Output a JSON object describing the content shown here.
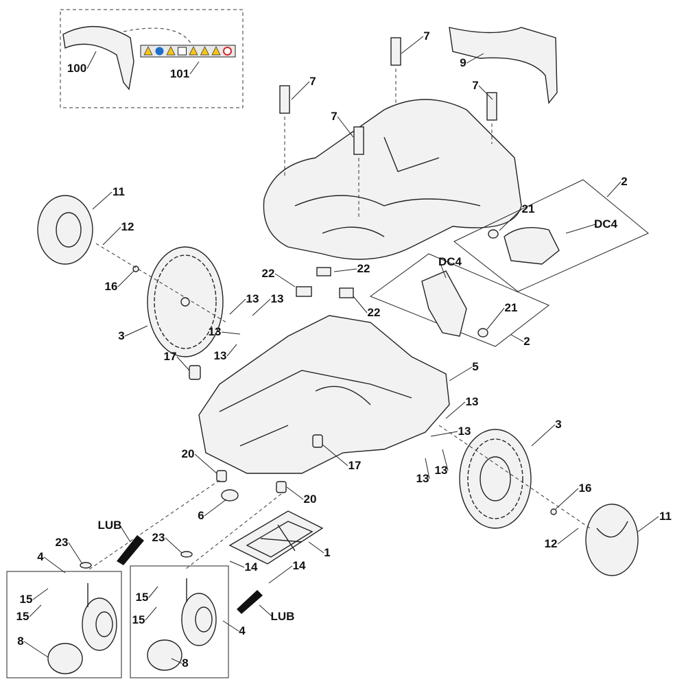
{
  "callouts": [
    "100",
    "101",
    "7",
    "9",
    "7",
    "7",
    "7",
    "2",
    "11",
    "21",
    "DC4",
    "12",
    "DC4",
    "22",
    "22",
    "16",
    "13",
    "13",
    "22",
    "21",
    "13",
    "3",
    "13",
    "2",
    "17",
    "5",
    "13",
    "3",
    "13",
    "20",
    "17",
    "13",
    "13",
    "16",
    "6",
    "20",
    "LUB",
    "11",
    "23",
    "23",
    "1",
    "12",
    "4",
    "14",
    "14",
    "15",
    "15",
    "15",
    "15",
    "LUB",
    "4",
    "8",
    "8"
  ],
  "warning_label_colors": {
    "warning": "#f5c518",
    "mandatory": "#1e6fc9",
    "prohibited": "#d42a2a"
  },
  "warning_label_icons": [
    "warning-icon",
    "read-manual-icon",
    "warning-icon",
    "distance-icon",
    "warning-icon",
    "warning-icon",
    "warning-icon",
    "no-riding-icon"
  ]
}
